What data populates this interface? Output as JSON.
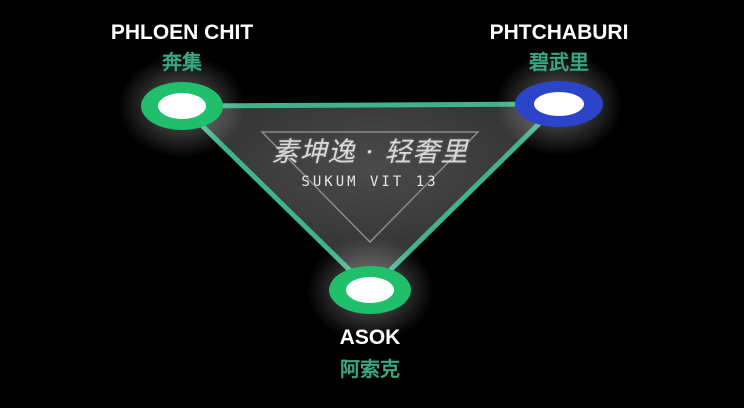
{
  "stations": [
    {
      "id": "phloen-chit",
      "name_en": "PHLOEN CHIT",
      "name_zh": "奔集",
      "ring_color": "#1fbf6b"
    },
    {
      "id": "phetchaburi",
      "name_en": "PHTCHABURI",
      "name_zh": "碧武里",
      "ring_color": "#2c44c9"
    },
    {
      "id": "asok",
      "name_en": "ASOK",
      "name_zh": "阿索克",
      "ring_color": "#1fbf6b"
    }
  ],
  "logo": {
    "name_zh": "素坤逸 · 轻奢里",
    "name_en": "SUKUM VIT 13"
  },
  "colors": {
    "connector": "#3fb38a",
    "label_zh": "#3aa682",
    "triangle_fill": "#3a3a3a"
  }
}
